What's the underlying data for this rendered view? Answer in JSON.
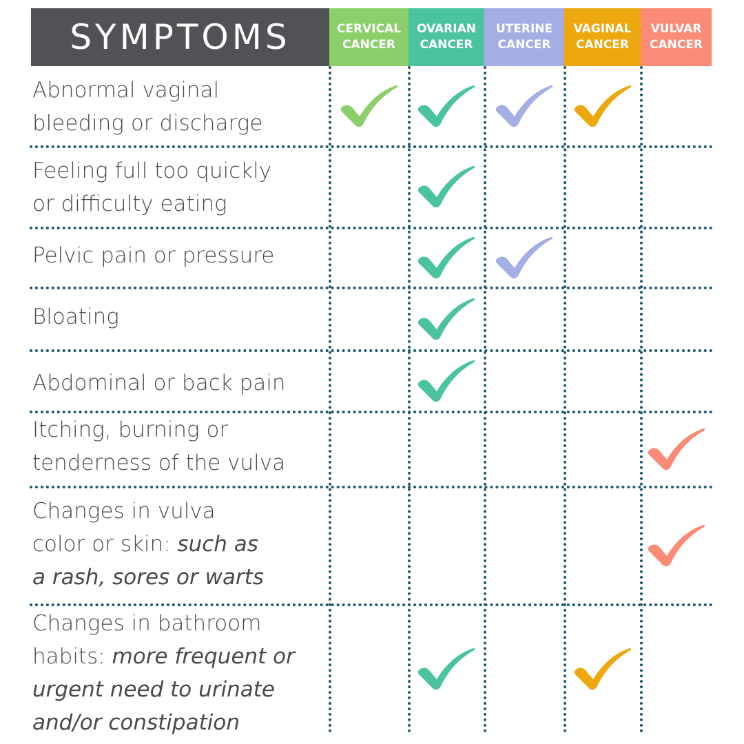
{
  "header": {
    "symptoms_label": "SYMPTOMS",
    "columns": [
      {
        "label": "CERVICAL\nCANCER",
        "color": "#8bcf6a"
      },
      {
        "label": "OVARIAN\nCANCER",
        "color": "#4bc3a0"
      },
      {
        "label": "UTERINE\nCANCER",
        "color": "#a3aee3"
      },
      {
        "label": "VAGINAL\nCANCER",
        "color": "#eda80f"
      },
      {
        "label": "VULVAR\nCANCER",
        "color": "#fb8a76"
      }
    ]
  },
  "rows": [
    {
      "lines": [
        [
          "Abnormal vaginal",
          ""
        ],
        [
          "bleeding or discharge",
          ""
        ]
      ],
      "checks": [
        true,
        true,
        true,
        true,
        false
      ]
    },
    {
      "lines": [
        [
          "Feeling full too quickly",
          ""
        ],
        [
          "or difficulty eating",
          ""
        ]
      ],
      "checks": [
        false,
        true,
        false,
        false,
        false
      ]
    },
    {
      "lines": [
        [
          "Pelvic pain or pressure",
          ""
        ]
      ],
      "checks": [
        false,
        true,
        true,
        false,
        false
      ]
    },
    {
      "lines": [
        [
          "Bloating",
          ""
        ]
      ],
      "checks": [
        false,
        true,
        false,
        false,
        false
      ]
    },
    {
      "lines": [
        [
          "Abdominal or back pain",
          ""
        ]
      ],
      "checks": [
        false,
        true,
        false,
        false,
        false
      ]
    },
    {
      "lines": [
        [
          "Itching, burning or",
          ""
        ],
        [
          "tenderness of the vulva",
          ""
        ]
      ],
      "checks": [
        false,
        false,
        false,
        false,
        true
      ]
    },
    {
      "lines": [
        [
          "Changes in vulva",
          ""
        ],
        [
          "color or skin: ",
          "such as"
        ],
        [
          "",
          "a rash, sores or warts"
        ]
      ],
      "checks": [
        false,
        false,
        false,
        false,
        true
      ]
    },
    {
      "lines": [
        [
          "Changes in bathroom",
          ""
        ],
        [
          "habits: ",
          "more frequent or"
        ],
        [
          "",
          "urgent need to urinate"
        ],
        [
          "",
          "and/or constipation"
        ]
      ],
      "checks": [
        false,
        true,
        false,
        true,
        false
      ]
    }
  ],
  "colors": {
    "grid": "#1b5670",
    "header_bg": "#505256",
    "text": "#4a4a4a"
  },
  "icons": {
    "check": "checkmark-icon"
  }
}
